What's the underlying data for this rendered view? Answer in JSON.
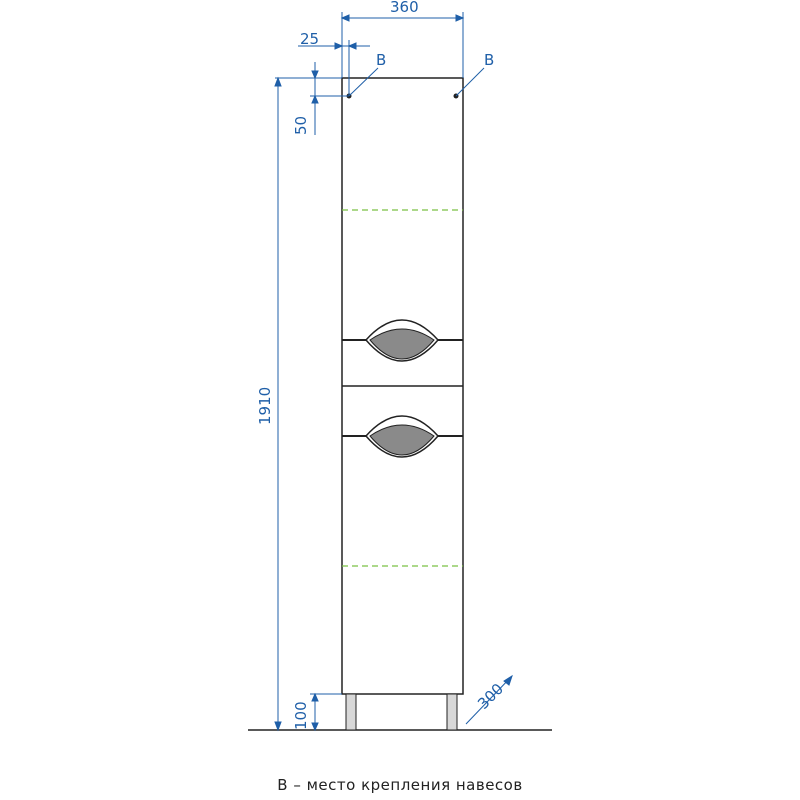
{
  "dimensions": {
    "width": "360",
    "depth": "300",
    "height": "1910",
    "hinge_offset_side": "25",
    "hinge_offset_top": "50",
    "leg_height": "100"
  },
  "markers": {
    "left": "B",
    "right": "B"
  },
  "caption": "В – место крепления навесов",
  "colors": {
    "dimension": "#1f5fa8",
    "outline": "#222222",
    "shelf_dashed": "#7ac143",
    "handle_fill": "#8a8a8a"
  }
}
